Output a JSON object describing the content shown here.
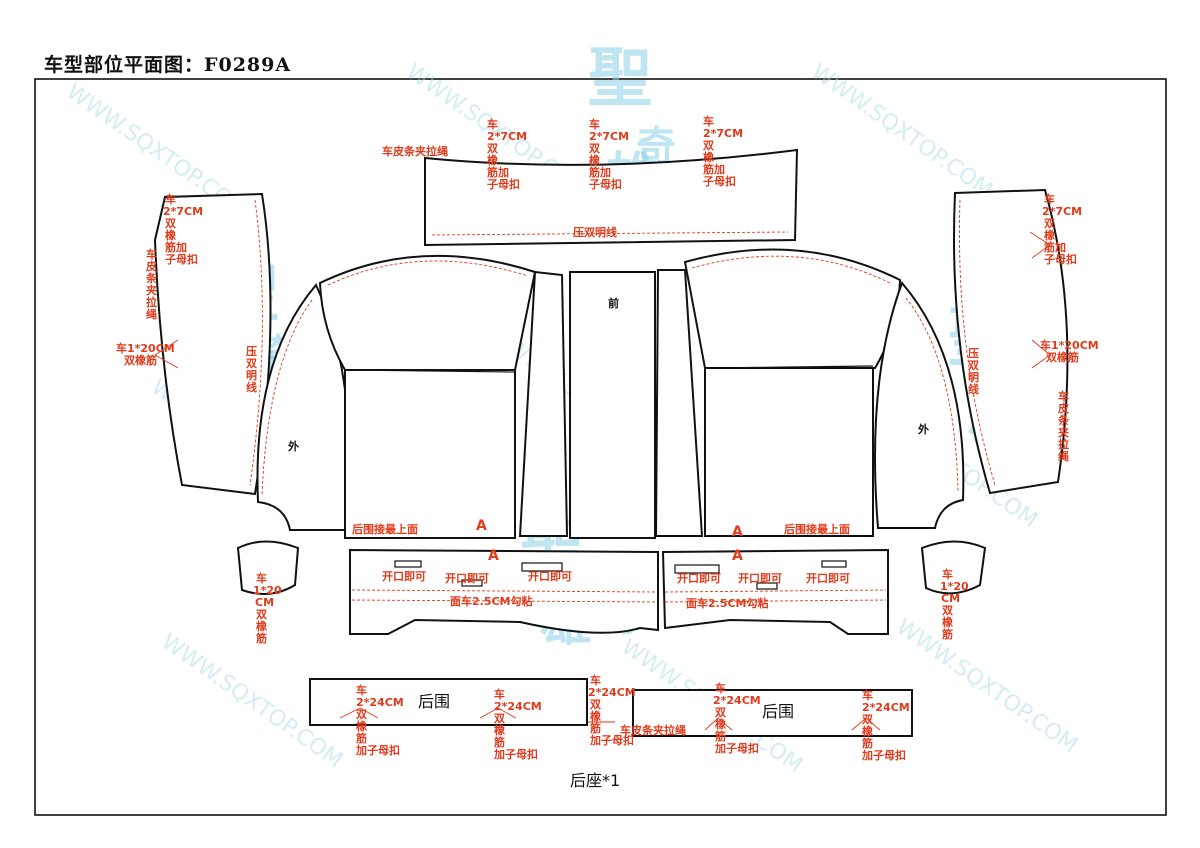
{
  "title": "车型部位平面图：F0289A",
  "watermark": {
    "url": "WWW.SQXTOP.COM",
    "logo_chars": [
      "聖",
      "奇",
      "雄"
    ]
  },
  "colors": {
    "outline": "#111111",
    "annotation": "#e23a1b",
    "watermark": "#9fd6ea"
  },
  "labels": {
    "strip_clip": "车皮条夹拉绳",
    "sew_24cm": "车1*20CM",
    "double_elastic": "双橡筋",
    "press_topstitch": "压双明线",
    "outside": "外",
    "front": "前",
    "rear_top": "后围接最上面",
    "mark_a": "A",
    "open": "开口即可",
    "face_glue": "面车2.5CM勾粘",
    "rear_wall": "后围",
    "rear_seat": "后座*1",
    "seam_note": "车\n2*7CM\n双\n橡\n筋加\n子母扣",
    "seam_note_24": "车\n2*24CM\n双\n橡\n筋\n加子母扣",
    "small_note": "车\n1*20\nCM\n双\n橡\n筋",
    "left_strip": "车\n皮\n条\n夹\n拉\n绳",
    "press_v": "压\n双\n明\n线"
  }
}
